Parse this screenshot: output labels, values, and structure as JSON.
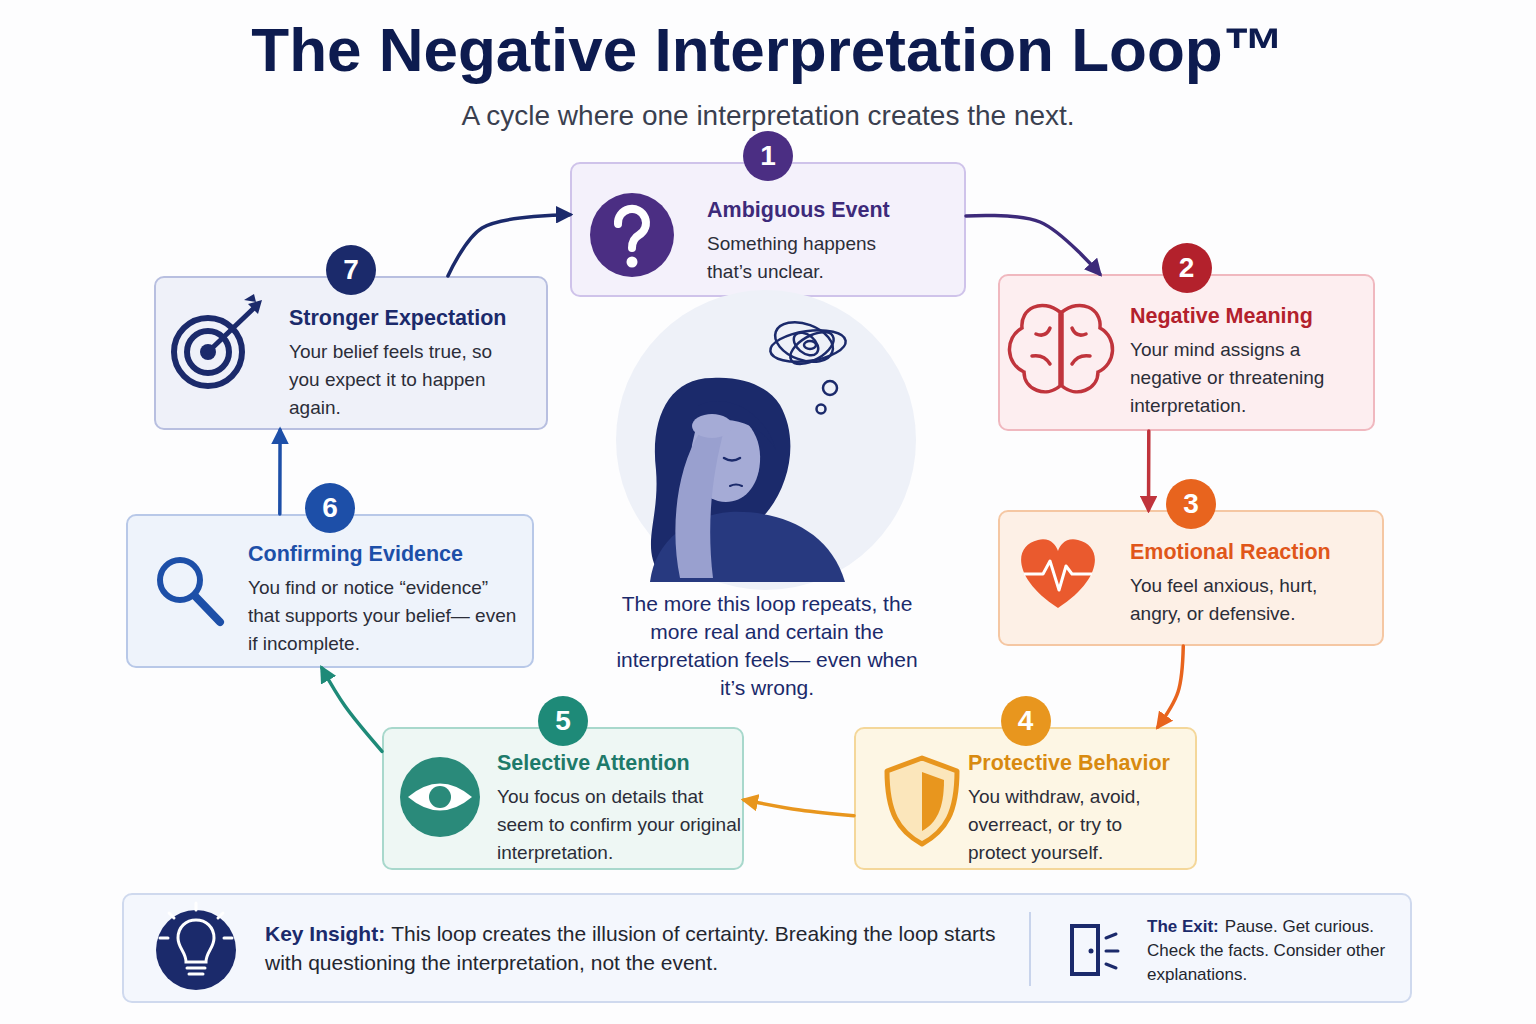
{
  "diagram": {
    "title": "The Negative Interpretation Loop™",
    "caption": "A cycle where one interpretation creates the next.",
    "nodes": [
      {
        "text": [
          "1",
          "Ambiguous Event",
          "Something happens that’s unclear."
        ]
      },
      {
        "text": [
          "2",
          "Negative Meaning",
          "Your mind assigns a negative or threatening interpretation."
        ]
      },
      {
        "text": [
          "3",
          "Emotional Reaction",
          "You feel anxious, hurt, angry, or defensive."
        ]
      },
      {
        "text": [
          "4",
          "Protective Behavior",
          "You withdraw, avoid, overreact, or try to protect yourself."
        ]
      },
      {
        "text": [
          "5",
          "Selective Attention",
          "You focus on details that seem to confirm your original interpretation."
        ]
      },
      {
        "text": [
          "6",
          "Confirming Evidence",
          "You find or notice “evidence” that supports your belief— even if incomplete."
        ]
      },
      {
        "text": [
          "7",
          "Stronger Expectation",
          "Your belief feels true, so you expect it to happen again."
        ]
      },
      {
        "text": [
          "Key Insight:",
          "This loop creates the illusion of certainty. Breaking the loop starts with questioning the interpretation, not the event.",
          "The Exit:",
          "Pause. Get curious. Check the facts. Consider other explanations."
        ]
      }
    ],
    "edges": [
      {
        "from": 0,
        "to": 1,
        "arrow": "to"
      },
      {
        "from": 1,
        "to": 2,
        "arrow": "to"
      },
      {
        "from": 2,
        "to": 3,
        "arrow": "to"
      },
      {
        "from": 3,
        "to": 4,
        "arrow": "to"
      },
      {
        "from": 4,
        "to": 5,
        "arrow": "to"
      },
      {
        "from": 5,
        "to": 6,
        "arrow": "to"
      },
      {
        "from": 6,
        "to": 0,
        "arrow": "to"
      }
    ],
    "labels": [
      "The more this loop repeats, the more real and certain the interpretation feels— even when it’s wrong."
    ]
  }
}
